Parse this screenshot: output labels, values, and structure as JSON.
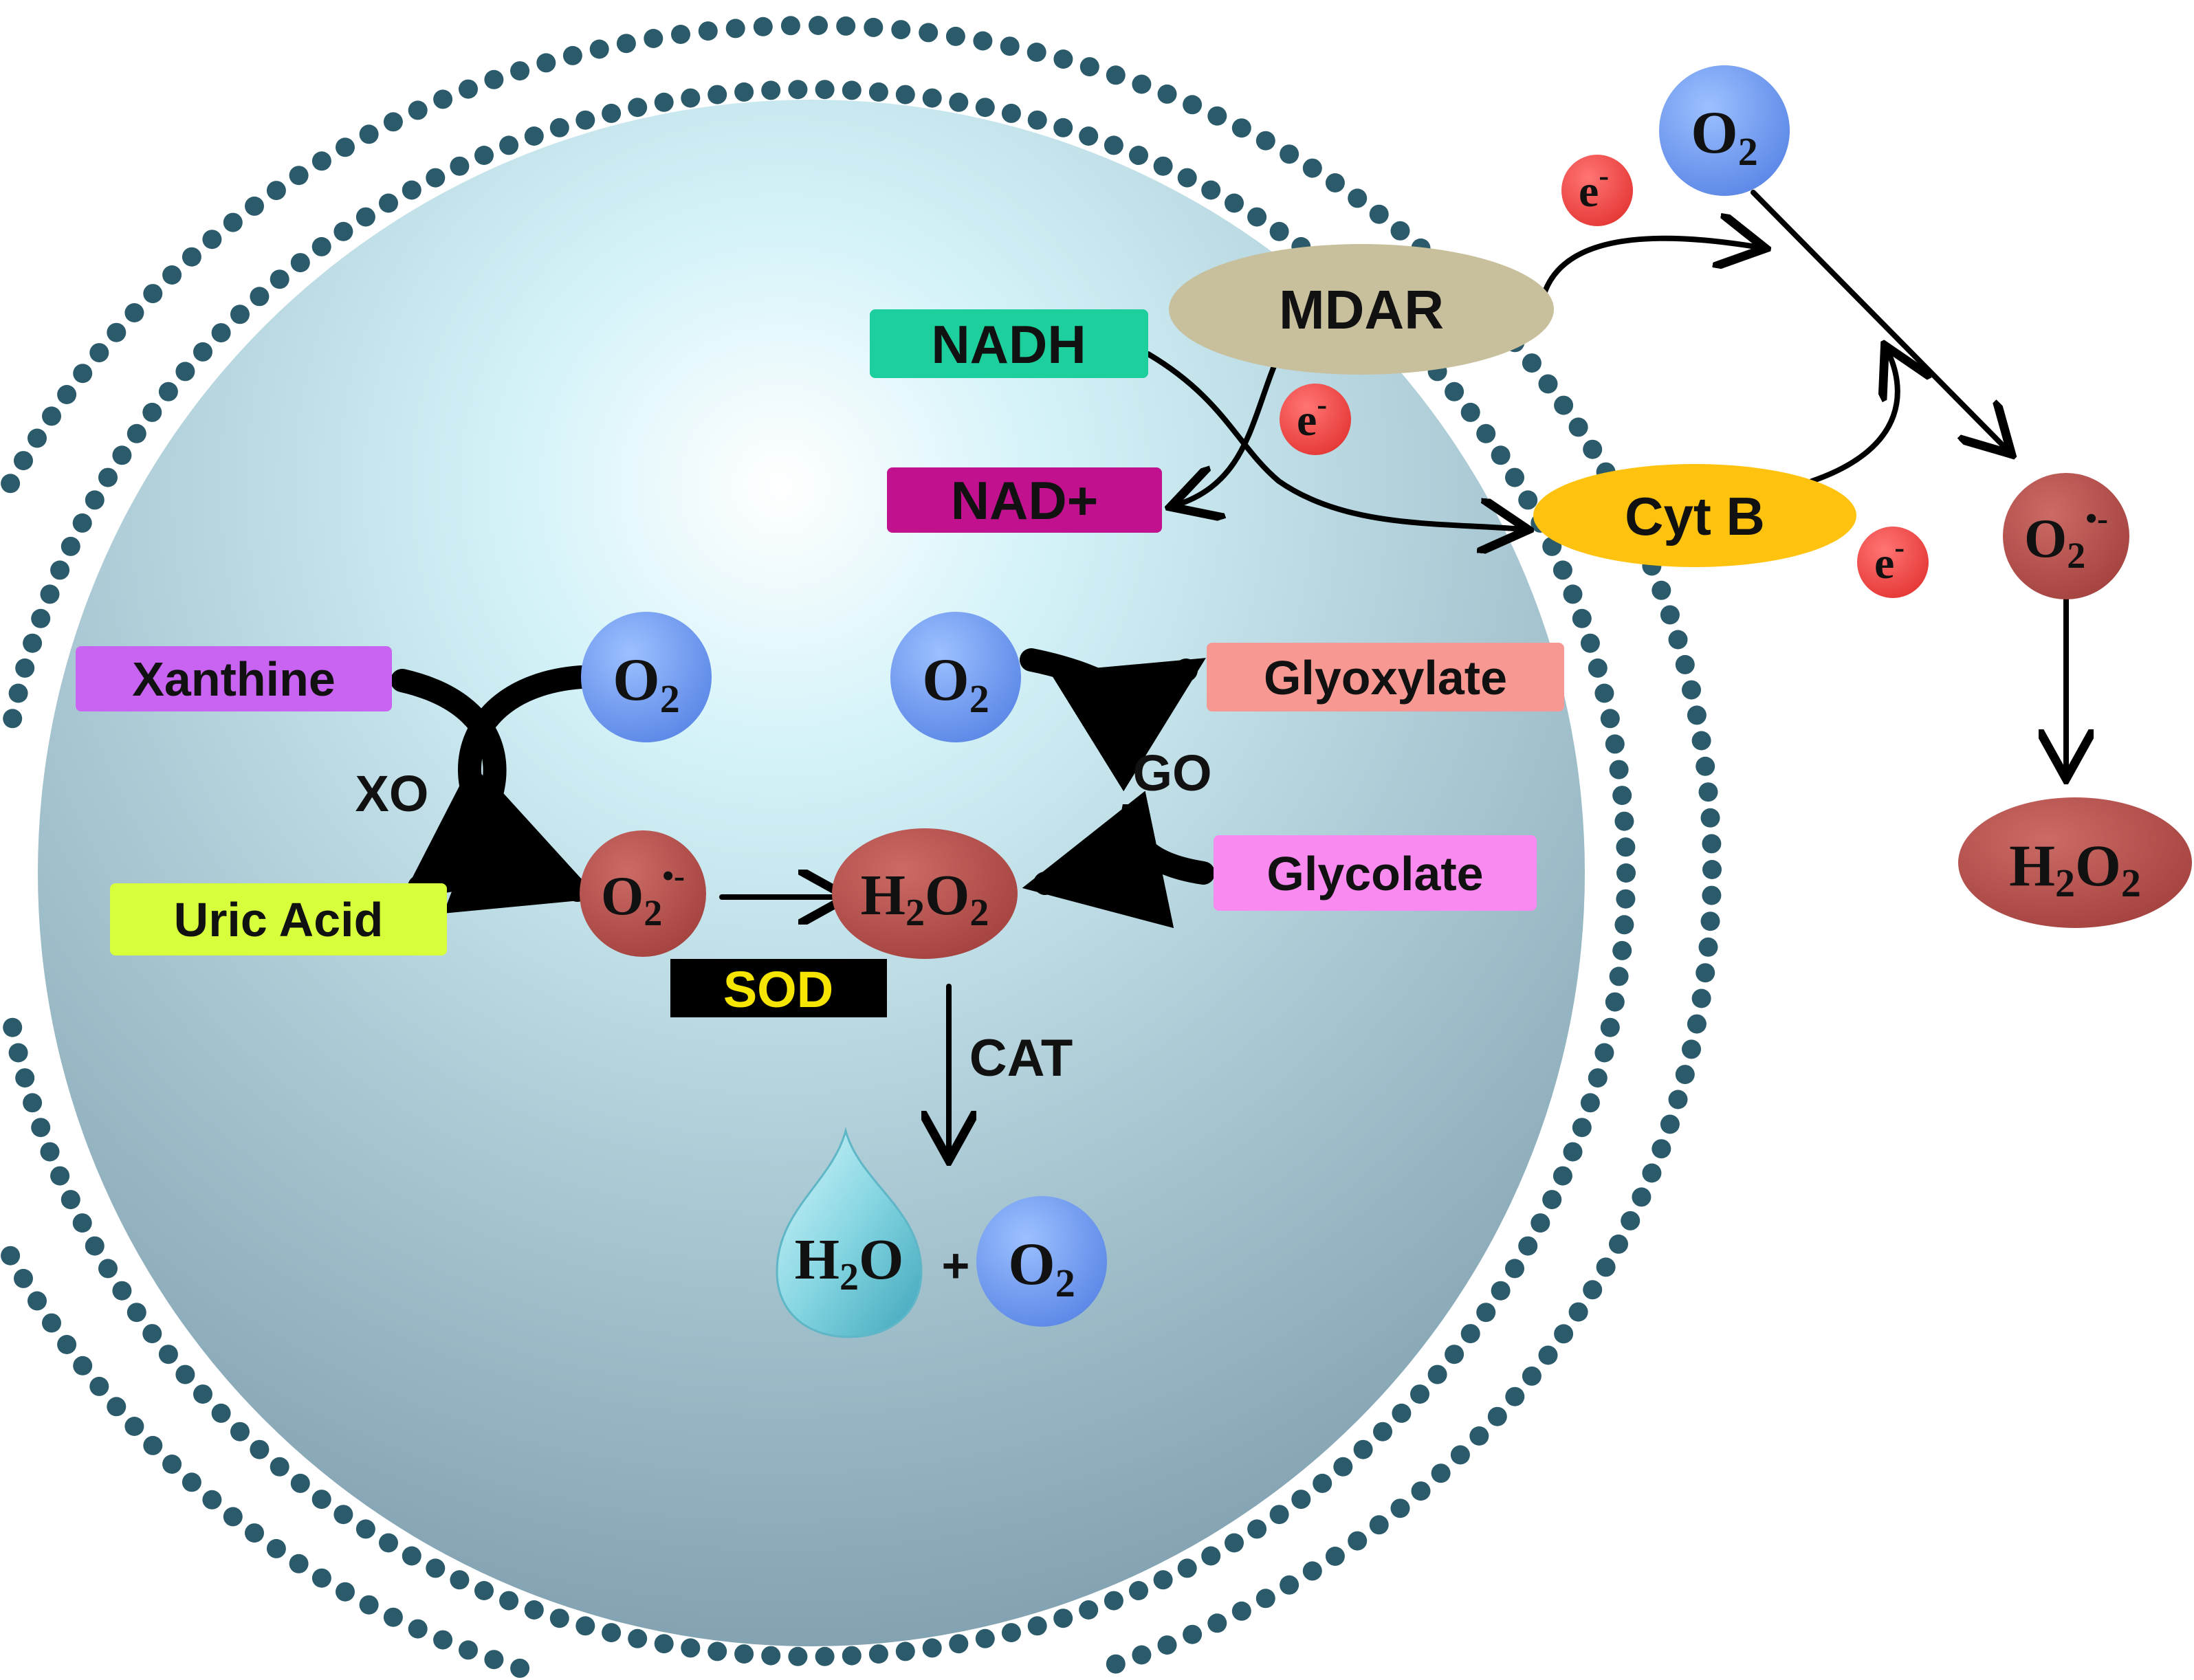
{
  "colors": {
    "dots": "#2b5a6b",
    "o2_blue": "#6f9af2",
    "superoxide_red": "#b8504d",
    "electron_red": "#f04a48",
    "mdar": "#c8c09c",
    "cytb": "#ffc20e",
    "nadh": "#1ccf9c",
    "nad_plus": "#c1118e",
    "xanthine": "#c964f2",
    "uric_acid": "#d8ff3c",
    "glyoxylate": "#f79892",
    "glycolate": "#f88af0",
    "sod_bg": "#000000",
    "sod_text": "#f5e500",
    "water": "#7fd3df"
  },
  "labels": {
    "xanthine": "Xanthine",
    "uric_acid": "Uric Acid",
    "xo": "XO",
    "glyoxylate": "Glyoxylate",
    "glycolate": "Glycolate",
    "go": "GO",
    "nadh": "NADH",
    "nad_plus": "NAD+",
    "mdar": "MDAR",
    "cyt_b": "Cyt B",
    "sod": "SOD",
    "cat": "CAT",
    "plus": "+"
  },
  "molecules": {
    "o2": {
      "main": "O",
      "sub": "2"
    },
    "superoxide": {
      "main": "O",
      "sub": "2",
      "sup": "•-"
    },
    "h2o2": {
      "p1": "H",
      "s1": "2",
      "p2": "O",
      "s2": "2"
    },
    "h2o": {
      "p1": "H",
      "s1": "2",
      "p2": "O"
    },
    "electron": {
      "main": "e",
      "sup": "-"
    }
  }
}
